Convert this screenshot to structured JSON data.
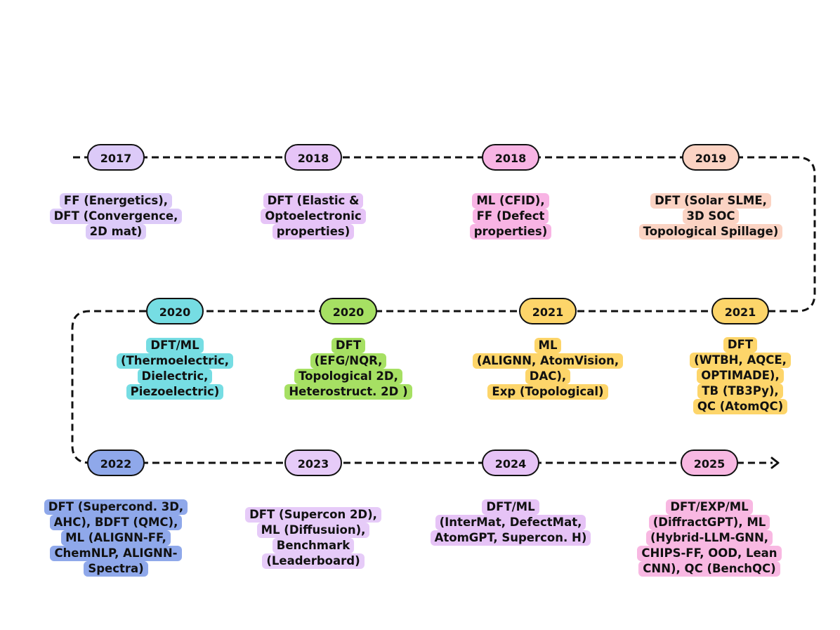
{
  "milestones": [
    {
      "year": "2017",
      "color": "#dccaf8",
      "lines": [
        "FF (Energetics),",
        "DFT (Convergence,",
        "2D mat)"
      ]
    },
    {
      "year": "2018",
      "color": "#e6c4f7",
      "lines": [
        "DFT (Elastic &",
        "Optoelectronic",
        "properties)"
      ]
    },
    {
      "year": "2018",
      "color": "#f8b4e4",
      "lines": [
        "ML (CFID),",
        "FF (Defect",
        "properties)"
      ]
    },
    {
      "year": "2019",
      "color": "#fbd3c3",
      "lines": [
        "DFT (Solar SLME,",
        "3D SOC",
        "Topological Spillage)"
      ]
    },
    {
      "year": "2020",
      "color": "#76dde3",
      "lines": [
        "DFT/ML",
        "(Thermoelectric,",
        "Dielectric,",
        "Piezoelectric)"
      ]
    },
    {
      "year": "2020",
      "color": "#a6e063",
      "lines": [
        "DFT",
        "(EFG/NQR,",
        "Topological 2D,",
        "Heterostruct. 2D )"
      ]
    },
    {
      "year": "2021",
      "color": "#fdd56a",
      "lines": [
        "ML",
        "(ALIGNN, AtomVision,",
        "DAC),",
        "Exp (Topological)"
      ]
    },
    {
      "year": "2021",
      "color": "#fdd56a",
      "lines": [
        "DFT",
        "(WTBH, AQCE,",
        "OPTIMADE),",
        "TB (TB3Py),",
        "QC (AtomQC)"
      ]
    },
    {
      "year": "2022",
      "color": "#8fa8ea",
      "lines": [
        "DFT (Supercond. 3D,",
        "AHC), BDFT (QMC),",
        "ML (ALIGNN-FF,",
        "ChemNLP, ALIGNN-",
        "Spectra)"
      ]
    },
    {
      "year": "2023",
      "color": "#e6cbf8",
      "lines": [
        "DFT (Supercon 2D),",
        "ML (Diffusuion),",
        "Benchmark",
        "(Leaderboard)"
      ]
    },
    {
      "year": "2024",
      "color": "#e6c3f6",
      "lines": [
        "DFT/ML",
        "(InterMat, DefectMat,",
        "AtomGPT, Supercon. H)"
      ]
    },
    {
      "year": "2025",
      "color": "#f8b8e2",
      "lines": [
        "DFT/EXP/ML",
        "(DiffractGPT), ML",
        "(Hybrid-LLM-GNN,",
        "CHIPS-FF,  OOD, Lean",
        "CNN), QC (BenchQC)"
      ]
    }
  ]
}
